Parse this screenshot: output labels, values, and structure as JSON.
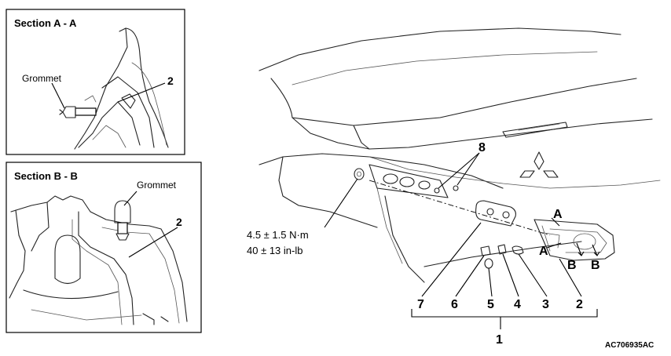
{
  "section_aa": {
    "title": "Section A - A",
    "grommet_label": "Grommet",
    "part_label": "2"
  },
  "section_bb": {
    "title": "Section B - B",
    "grommet_label": "Grommet",
    "part_label": "2"
  },
  "main_view": {
    "torque_nm": "4.5 ± 1.5 N·m",
    "torque_inlb": "40 ± 13 in-lb",
    "section_marks": {
      "a_upper": "A",
      "a_lower": "A",
      "b_left": "B",
      "b_right": "B"
    },
    "callouts": {
      "p8": "8",
      "p7": "7",
      "p6": "6",
      "p5": "5",
      "p4": "4",
      "p3": "3",
      "p2": "2",
      "p1": "1"
    }
  },
  "figure_code": "AC706935AC"
}
